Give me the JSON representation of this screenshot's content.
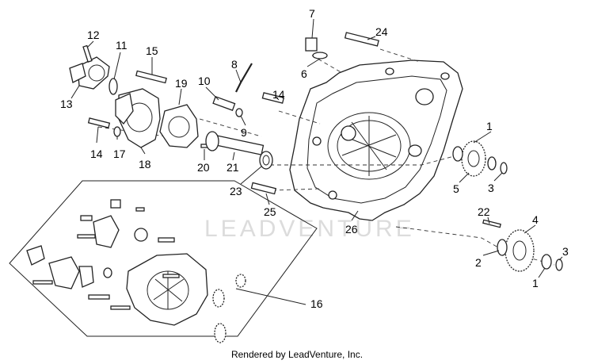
{
  "diagram": {
    "callouts": {
      "n1a": "1",
      "n1b": "1",
      "n2": "2",
      "n3a": "3",
      "n3b": "3",
      "n4": "4",
      "n5": "5",
      "n6": "6",
      "n7": "7",
      "n8": "8",
      "n9": "9",
      "n10": "10",
      "n11": "11",
      "n12": "12",
      "n13": "13",
      "n14a": "14",
      "n14b": "14",
      "n15": "15",
      "n16": "16",
      "n17": "17",
      "n18": "18",
      "n19": "19",
      "n20": "20",
      "n21": "21",
      "n22": "22",
      "n23": "23",
      "n24": "24",
      "n25": "25",
      "n26": "26"
    },
    "watermark": "LEADVENTURE",
    "credit": "Rendered by LeadVenture, Inc."
  }
}
